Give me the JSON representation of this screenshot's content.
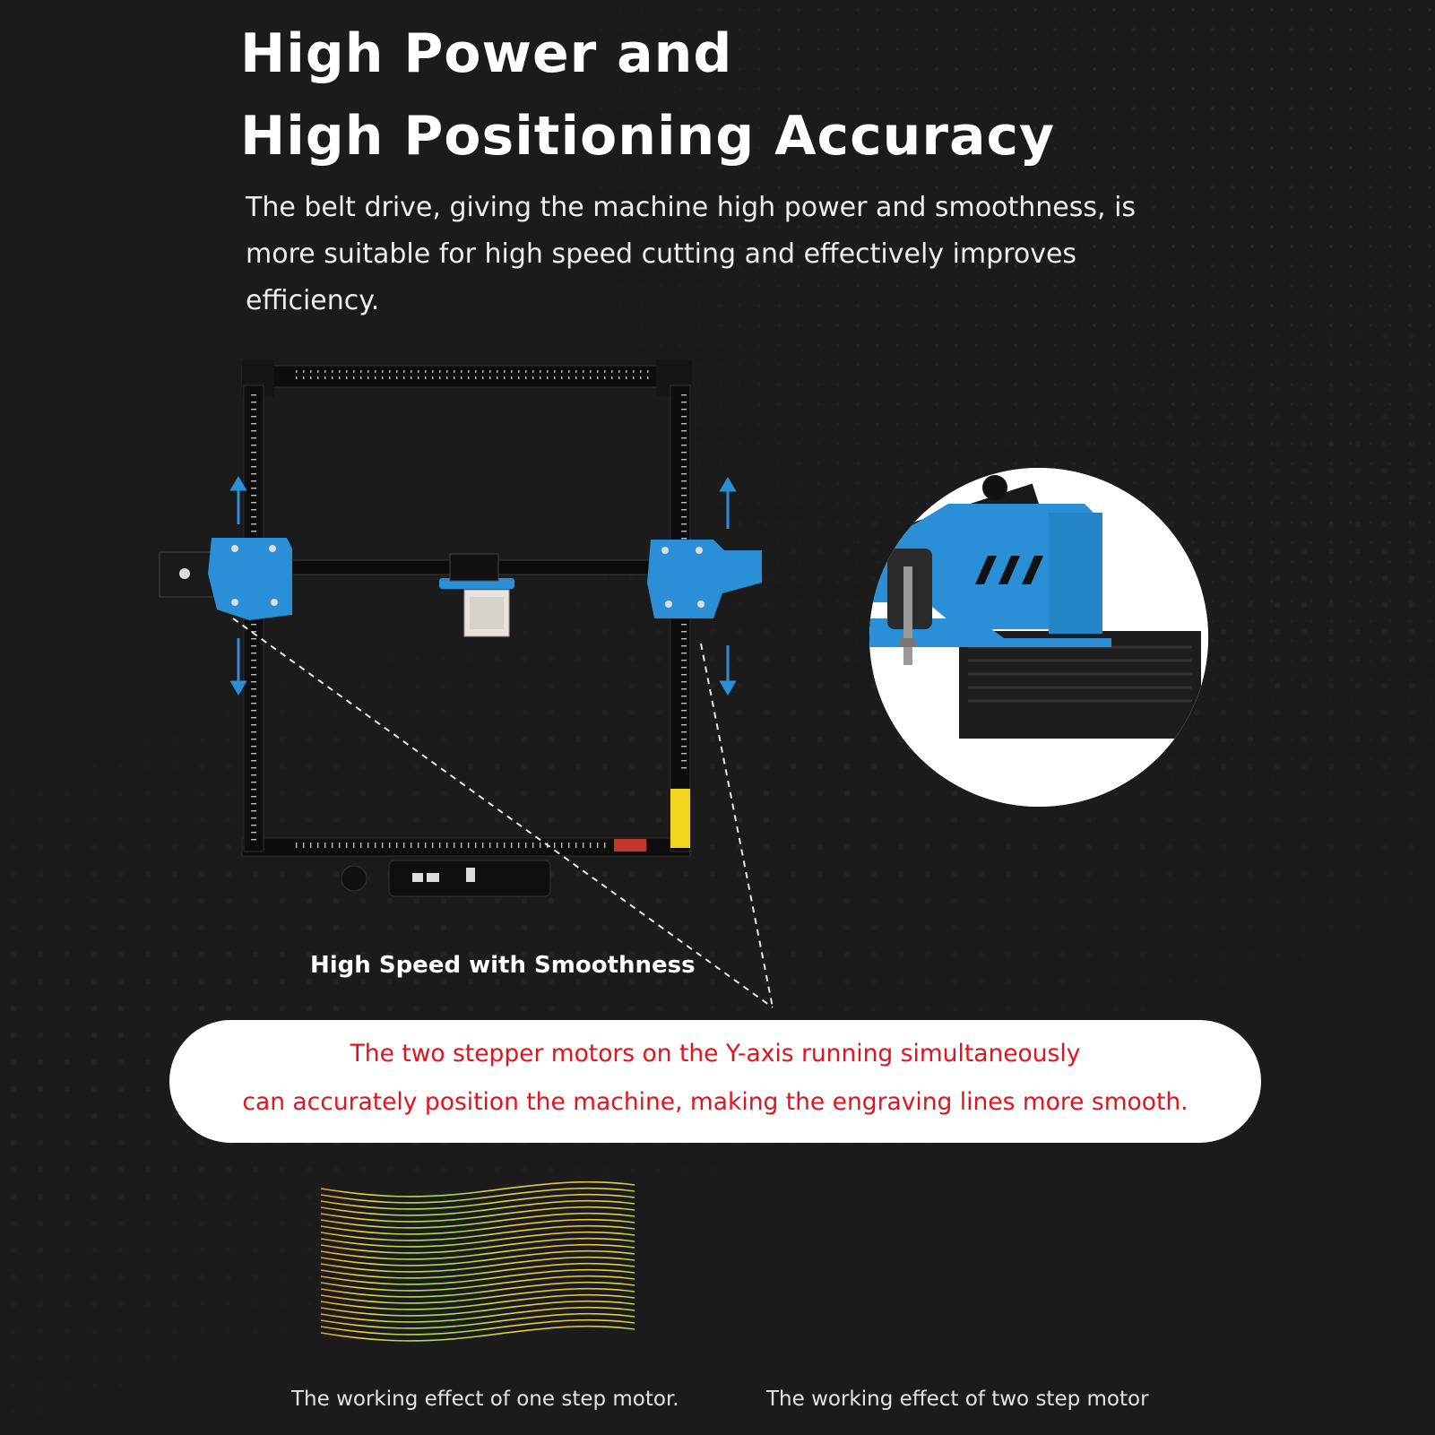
{
  "headline": {
    "line1": "High Power and",
    "line2": "High Positioning Accuracy"
  },
  "intro": {
    "text": "The belt drive, giving the machine high power and smoothness, is more suitable for high speed cutting and effectively improves efficiency."
  },
  "diagram": {
    "caption": "High Speed with Smoothness"
  },
  "highlight": {
    "line1": "The two stepper motors on the Y-axis running simultaneously",
    "line2": "can accurately position the machine, making the engraving lines more smooth."
  },
  "comparison": {
    "one_motor_caption": "The working effect of one step motor.",
    "two_motor_caption": "The working effect of two step motor"
  },
  "colors": {
    "background": "#1b1b1c",
    "accent_blue": "#2a8fd6",
    "highlight_red": "#e0141e",
    "line_gradient_start": "#e8731e",
    "line_gradient_mid": "#e6d23a",
    "line_gradient_end": "#2ee88a"
  }
}
